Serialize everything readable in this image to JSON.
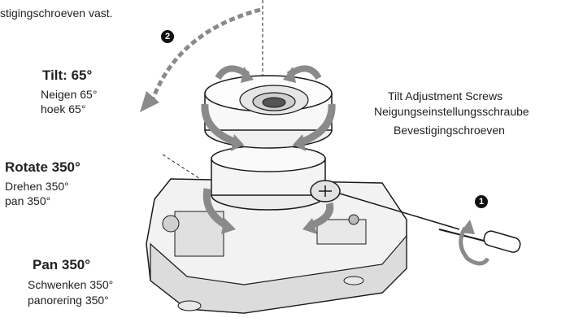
{
  "top_fragment": "stigingschroeven vast.",
  "step_one": "1",
  "step_two": "2",
  "tilt": {
    "heading": "Tilt: 65°",
    "line1": "Neigen 65°",
    "line2": "hoek 65°"
  },
  "rotate": {
    "heading": "Rotate 350°",
    "line1": "Drehen 350°",
    "line2": "pan 350°"
  },
  "pan": {
    "heading": "Pan 350°",
    "line1": "Schwenken 350°",
    "line2": "panorering 350°"
  },
  "screws": {
    "line1": "Tilt Adjustment Screws",
    "line2": "Neigungseinstellungsschraube",
    "line3": "Bevestigingschroeven"
  },
  "colors": {
    "arrow_gray": "#8a8a8a",
    "line": "#1a1a1a"
  }
}
